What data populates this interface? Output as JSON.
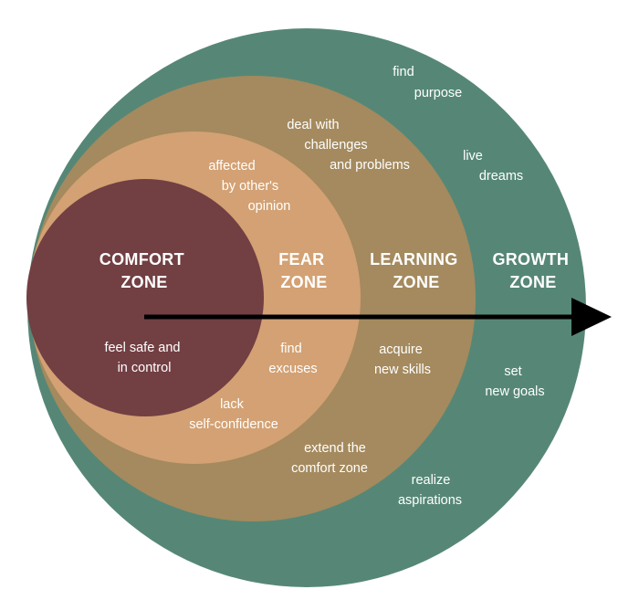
{
  "colors": {
    "growth": "#568776",
    "learning": "#a48a5e",
    "fear": "#d3a173",
    "comfort": "#723f43",
    "arrow": "#000000",
    "text": "#ffffff"
  },
  "zones": {
    "comfort": {
      "title": [
        "COMFORT",
        "ZONE"
      ],
      "notes": [
        [
          "feel safe and",
          "in control"
        ]
      ]
    },
    "fear": {
      "title": [
        "FEAR",
        "ZONE"
      ],
      "notes": [
        [
          "affected",
          "by other's",
          "opinion"
        ],
        [
          "find",
          "excuses"
        ],
        [
          "lack",
          "self-confidence"
        ]
      ]
    },
    "learning": {
      "title": [
        "LEARNING",
        "ZONE"
      ],
      "notes": [
        [
          "deal with",
          "challenges",
          "and problems"
        ],
        [
          "acquire",
          "new skills"
        ],
        [
          "extend the",
          "comfort zone"
        ]
      ]
    },
    "growth": {
      "title": [
        "GROWTH",
        "ZONE"
      ],
      "notes": [
        [
          "find",
          "purpose"
        ],
        [
          "live",
          "dreams"
        ],
        [
          "set",
          "new goals"
        ],
        [
          "realize",
          "aspirations"
        ]
      ]
    }
  }
}
